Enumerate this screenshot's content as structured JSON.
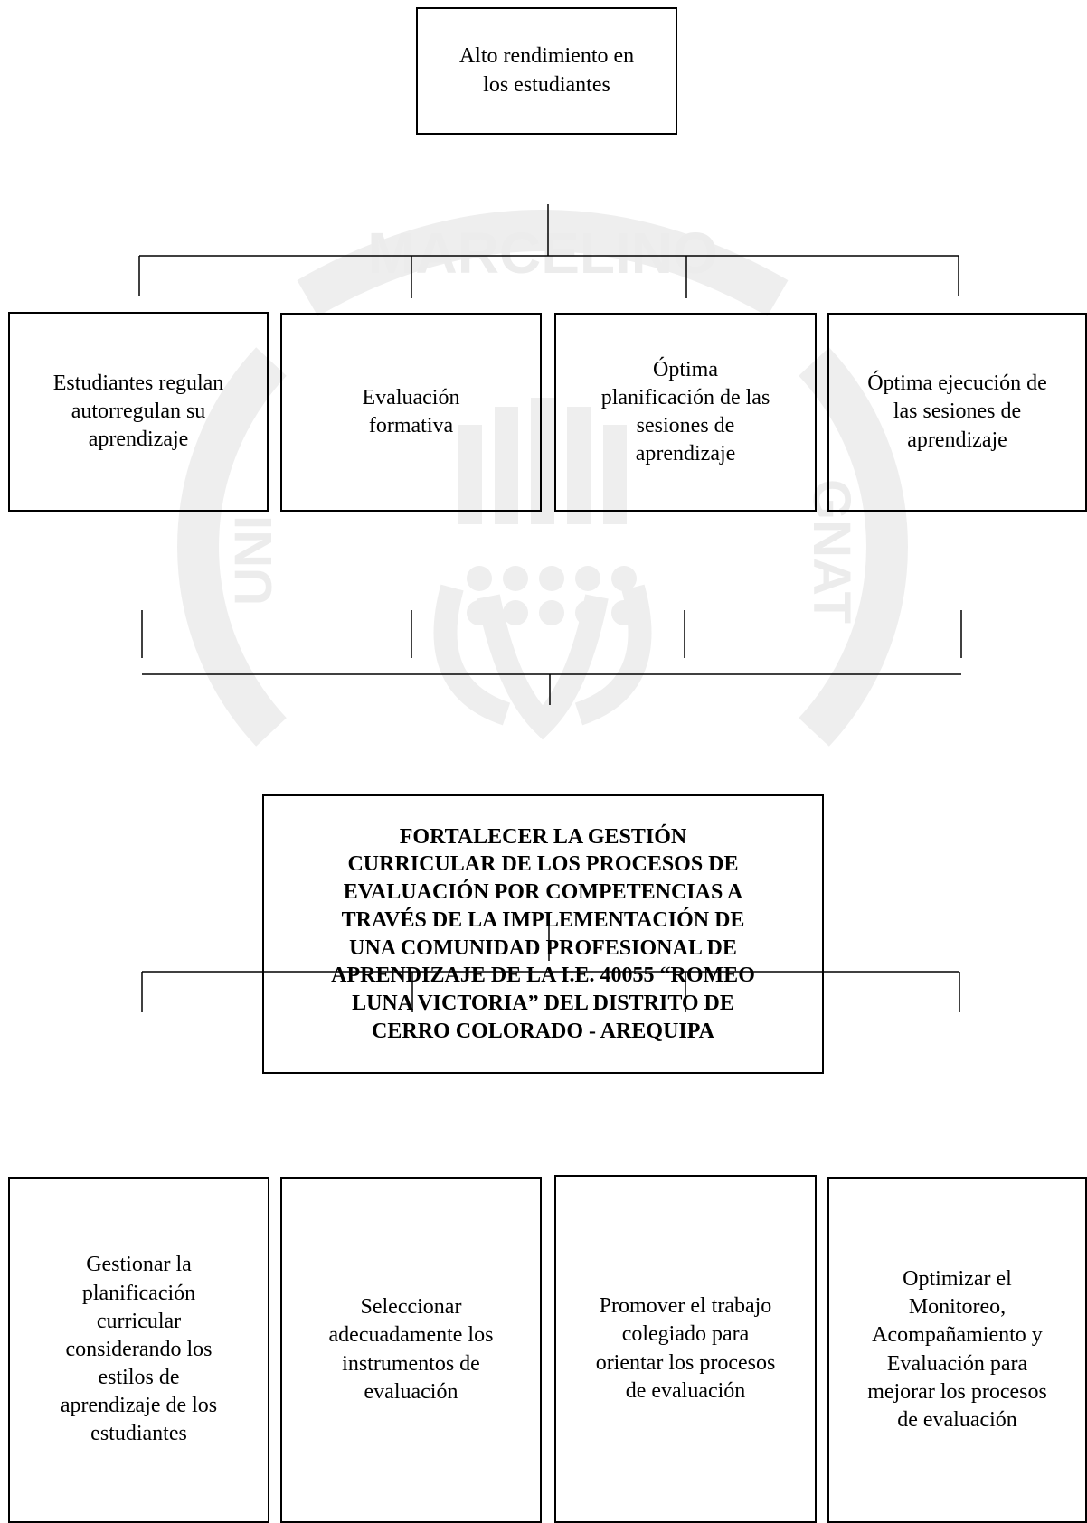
{
  "top_effect": "Alto rendimiento en\nlos estudiantes",
  "effects": [
    "Estudiantes regulan\nautorregulan su\naprendizaje",
    "Evaluación\nformativa",
    "Óptima\nplanificación de las\nsesiones de\naprendizaje",
    "Óptima ejecución de\nlas sesiones de\naprendizaje"
  ],
  "central_objective": "FORTALECER LA GESTIÓN\nCURRICULAR DE LOS PROCESOS DE\nEVALUACIÓN POR COMPETENCIAS A\nTRAVÉS DE LA IMPLEMENTACIÓN DE\nUNA COMUNIDAD PROFESIONAL DE\nAPRENDIZAJE DE LA I.E. 40055 “ROMEO\nLUNA VICTORIA” DEL DISTRITO DE\nCERRO COLORADO - AREQUIPA",
  "means": [
    "Gestionar la\nplanificación\ncurricular\nconsiderando los\nestilos de\naprendizaje de los\nestudiantes",
    "Seleccionar\nadecuadamente los\ninstrumentos de\nevaluación",
    "Promover el trabajo\ncolegiado para\norientar los procesos\nde evaluación",
    "Optimizar el\nMonitoreo,\nAcompañamiento y\nEvaluación para\nmejorar los procesos\nde evaluación"
  ],
  "watermark": {
    "top_text": "MARCELINO",
    "left_text": "UNI",
    "right_text": "GNAT",
    "color": "#f0f0f0"
  }
}
